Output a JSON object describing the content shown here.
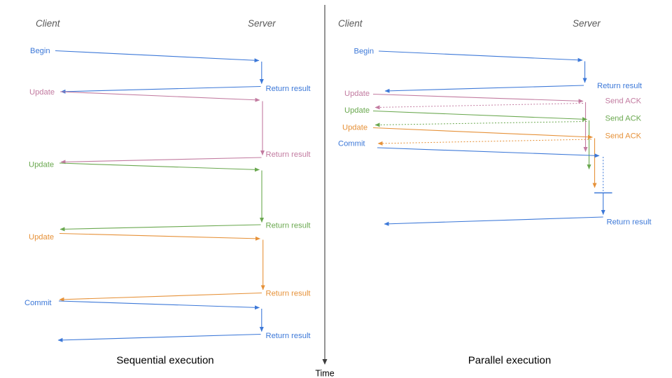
{
  "palette": {
    "blue": "#3c78d8",
    "pink": "#c27ba0",
    "green": "#6aa84f",
    "orange": "#e69138",
    "axis": "#3d3d3d",
    "header": "#595959",
    "caption": "#000000"
  },
  "axis": {
    "label": "Time"
  },
  "sequential": {
    "caption": "Sequential execution",
    "client_header": "Client",
    "server_header": "Server",
    "messages": [
      {
        "label": "Begin",
        "color": "blue",
        "response": "Return result"
      },
      {
        "label": "Update",
        "color": "pink",
        "response": "Return result"
      },
      {
        "label": "Update",
        "color": "green",
        "response": "Return result"
      },
      {
        "label": "Update",
        "color": "orange",
        "response": "Return result"
      },
      {
        "label": "Commit",
        "color": "blue",
        "response": "Return result"
      }
    ]
  },
  "parallel": {
    "caption": "Parallel execution",
    "client_header": "Client",
    "server_header": "Server",
    "messages": [
      {
        "label": "Begin",
        "color": "blue",
        "response": "Return result"
      },
      {
        "label": "Update",
        "color": "pink",
        "response": "Send ACK"
      },
      {
        "label": "Update",
        "color": "green",
        "response": "Send ACK"
      },
      {
        "label": "Update",
        "color": "orange",
        "response": "Send ACK"
      },
      {
        "label": "Commit",
        "color": "blue",
        "response": "Return result"
      }
    ]
  }
}
